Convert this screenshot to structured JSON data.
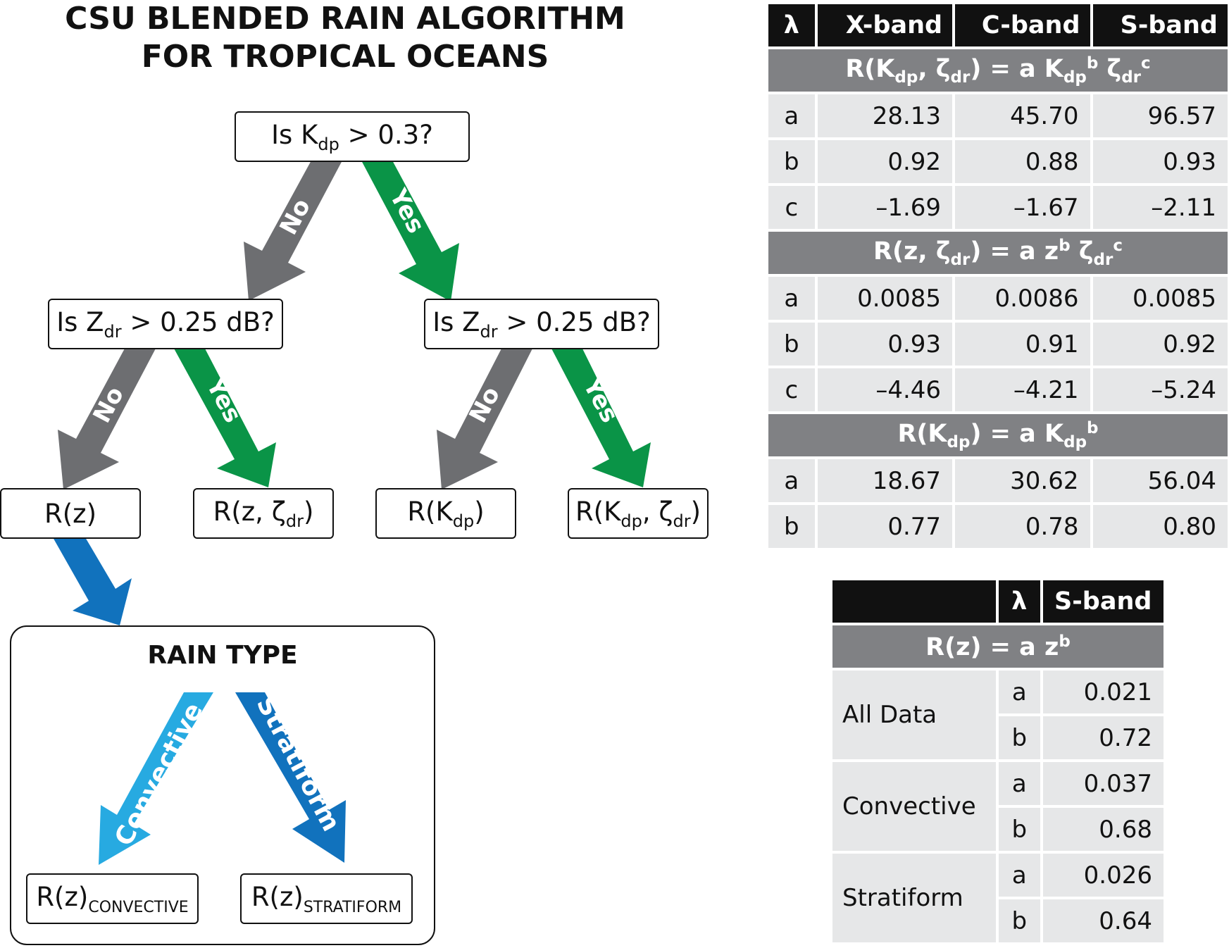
{
  "title": {
    "line1": "CSU BLENDED RAIN ALGORITHM",
    "line2": "FOR TROPICAL OCEANS"
  },
  "tree": {
    "root": {
      "pre": "Is K",
      "sub": "dp",
      "post": " > 0.3?"
    },
    "left_question": {
      "pre": "Is Z",
      "sub": "dr",
      "post": " > 0.25 dB?"
    },
    "right_question": {
      "pre": "Is Z",
      "sub": "dr",
      "post": " > 0.25 dB?"
    },
    "yes_label": "Yes",
    "no_label": "No",
    "leaves": {
      "rz": "R(z)",
      "rz_zdr": {
        "pre": "R(z, ζ",
        "sub": "dr",
        "post": ")"
      },
      "rkdp": {
        "pre": "R(K",
        "sub": "dp",
        "post": ")"
      },
      "rkdp_zdr": {
        "pre": "R(K",
        "sub1": "dp",
        "mid": ", ζ",
        "sub2": "dr",
        "post": ")"
      }
    },
    "colors": {
      "yes": "#0a9447",
      "no": "#6d6e71",
      "blue": "#1172bd",
      "light_blue": "#27aae1"
    }
  },
  "rain_type": {
    "title": "RAIN TYPE",
    "convective_label": "Convective",
    "stratiform_label": "Stratiform",
    "r_conv": {
      "main": "R(z)",
      "sub": "CONVECTIVE"
    },
    "r_strat": {
      "main": "R(z)",
      "sub": "STRATIFORM"
    }
  },
  "table1": {
    "headers": [
      "λ",
      "X-band",
      "C-band",
      "S-band"
    ],
    "sections": [
      {
        "eq": {
          "p1": "R(K",
          "s1": "dp",
          "p2": ", ζ",
          "s2": "dr",
          "p3": ") = a K",
          "s3": "dp",
          "u3": "b",
          "p4": " ζ",
          "s4": "dr",
          "u4": "c"
        },
        "rows": [
          {
            "label": "a",
            "values": [
              "28.13",
              "45.70",
              "96.57"
            ]
          },
          {
            "label": "b",
            "values": [
              "0.92",
              "0.88",
              "0.93"
            ]
          },
          {
            "label": "c",
            "values": [
              "–1.69",
              "–1.67",
              "–2.11"
            ]
          }
        ]
      },
      {
        "eq": {
          "p1": "R(z, ζ",
          "s1": "dr",
          "p2": ") = a z",
          "u2": "b",
          "p3": " ζ",
          "s3": "dr",
          "u3": "c"
        },
        "rows": [
          {
            "label": "a",
            "values": [
              "0.0085",
              "0.0086",
              "0.0085"
            ]
          },
          {
            "label": "b",
            "values": [
              "0.93",
              "0.91",
              "0.92"
            ]
          },
          {
            "label": "c",
            "values": [
              "–4.46",
              "–4.21",
              "–5.24"
            ]
          }
        ]
      },
      {
        "eq": {
          "p1": "R(K",
          "s1": "dp",
          "p2": ") = a K",
          "s2": "dp",
          "u2": "b"
        },
        "rows": [
          {
            "label": "a",
            "values": [
              "18.67",
              "30.62",
              "56.04"
            ]
          },
          {
            "label": "b",
            "values": [
              "0.77",
              "0.78",
              "0.80"
            ]
          }
        ]
      }
    ]
  },
  "table2": {
    "headers": [
      "",
      "λ",
      "S-band"
    ],
    "eq": {
      "p1": "R(z) = a z",
      "u1": "b"
    },
    "groups": [
      {
        "name": "All Data",
        "rows": [
          {
            "label": "a",
            "value": "0.021"
          },
          {
            "label": "b",
            "value": "0.72"
          }
        ]
      },
      {
        "name": "Convective",
        "rows": [
          {
            "label": "a",
            "value": "0.037"
          },
          {
            "label": "b",
            "value": "0.68"
          }
        ]
      },
      {
        "name": "Stratiform",
        "rows": [
          {
            "label": "a",
            "value": "0.026"
          },
          {
            "label": "b",
            "value": "0.64"
          }
        ]
      }
    ]
  }
}
